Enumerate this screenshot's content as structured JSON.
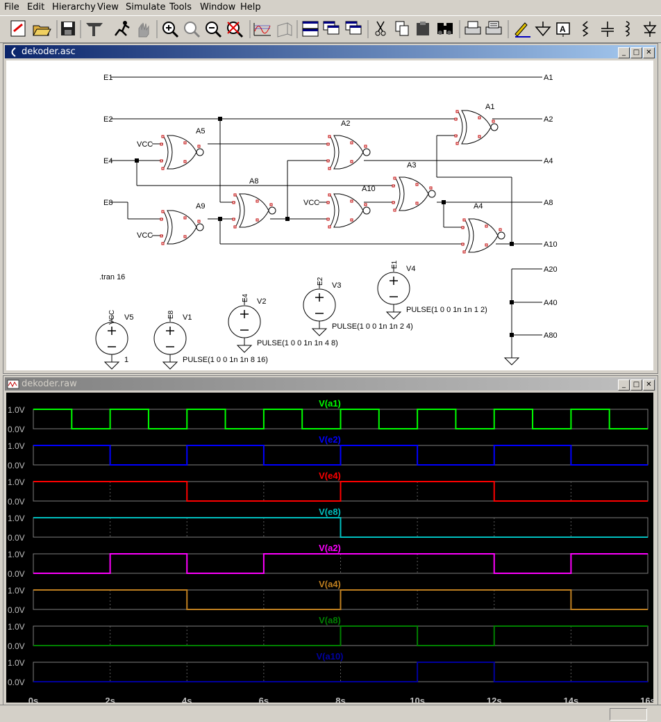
{
  "menu": [
    "File",
    "Edit",
    "Hierarchy",
    "View",
    "Simulate",
    "Tools",
    "Window",
    "Help"
  ],
  "toolbar_icons": [
    "new-schematic-icon",
    "open-icon",
    "save-icon",
    "control-panel-icon",
    "run-icon",
    "halt-icon",
    "zoom-in-icon",
    "zoom-area-icon",
    "zoom-out-icon",
    "zoom-cancel-icon",
    "plot-settings-icon",
    "view-3d-icon",
    "tile-horizontal-icon",
    "cascade-icon",
    "tile-vertical-icon",
    "cut-icon",
    "copy-icon",
    "paste-icon",
    "find-icon",
    "print-icon",
    "print-setup-icon",
    "draw-wire-icon",
    "ground-icon",
    "label-net-icon",
    "resistor-icon",
    "capacitor-icon",
    "inductor-icon",
    "diode-icon"
  ],
  "schematic": {
    "title": "dekoder.asc",
    "directive": ".tran 16",
    "left_nets": [
      "E1",
      "E2",
      "E4",
      "E8"
    ],
    "right_nets": [
      "A1",
      "A2",
      "A4",
      "A8",
      "A10",
      "A20",
      "A40",
      "A80"
    ],
    "gates": [
      "A1",
      "A2",
      "A3",
      "A4",
      "A5",
      "A8",
      "A9",
      "A10"
    ],
    "vcc_label": "VCC",
    "sources": [
      {
        "name": "V5",
        "node": "VCC",
        "value": "1"
      },
      {
        "name": "V1",
        "node": "E8",
        "value": "PULSE(1 0 0 1n 1n 8 16)"
      },
      {
        "name": "V2",
        "node": "E4",
        "value": "PULSE(1 0 0 1n 1n 4 8)"
      },
      {
        "name": "V3",
        "node": "E2",
        "value": "PULSE(1 0 0 1n 1n 2 4)"
      },
      {
        "name": "V4",
        "node": "E1",
        "value": "PULSE(1 0 0 1n 1n 1 2)"
      }
    ]
  },
  "waveform": {
    "title": "dekoder.raw",
    "y_high": "1.0V",
    "y_low": "0.0V",
    "x_ticks": [
      "0s",
      "2s",
      "4s",
      "6s",
      "8s",
      "10s",
      "12s",
      "14s",
      "16s"
    ],
    "xlim": [
      0,
      16
    ],
    "traces": [
      {
        "name": "V(a1)",
        "color": "#00ff00",
        "edges": [
          0,
          1,
          2,
          3,
          4,
          5,
          6,
          7,
          8,
          9,
          10,
          11,
          12,
          13,
          14,
          15
        ],
        "start": 1
      },
      {
        "name": "V(e2)",
        "color": "#0000ff",
        "edges": [
          0,
          2,
          4,
          6,
          8,
          10,
          12,
          14
        ],
        "start": 1
      },
      {
        "name": "V(e4)",
        "color": "#ff0000",
        "edges": [
          0,
          4,
          8,
          12
        ],
        "start": 1
      },
      {
        "name": "V(e8)",
        "color": "#00c0c0",
        "edges": [
          0,
          8
        ],
        "start": 1
      },
      {
        "name": "V(a2)",
        "color": "#ff00ff",
        "edges": [
          0,
          2,
          4,
          6,
          12,
          14
        ],
        "start": 0
      },
      {
        "name": "V(a4)",
        "color": "#c08020",
        "edges": [
          0,
          4,
          8,
          14
        ],
        "start": 1
      },
      {
        "name": "V(a8)",
        "color": "#008000",
        "edges": [
          0,
          8,
          10,
          12
        ],
        "start": 0
      },
      {
        "name": "V(a10)",
        "color": "#0000a0",
        "edges": [
          0,
          10,
          12
        ],
        "start": 0
      }
    ]
  }
}
